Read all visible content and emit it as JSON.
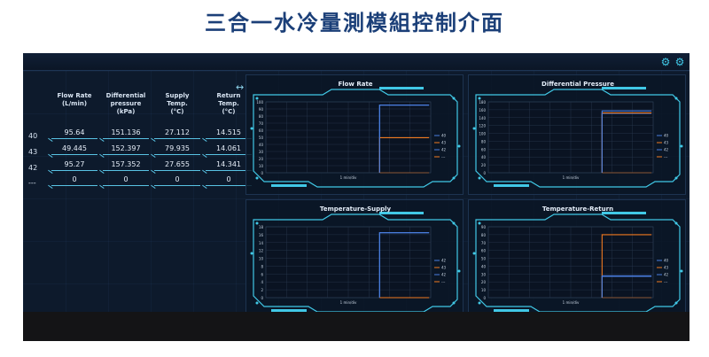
{
  "page": {
    "title": "三合一水冷量測模組控制介面"
  },
  "toolbar": {
    "icons": [
      "thermometer-icon",
      "gear-icon"
    ]
  },
  "readings": {
    "columns": [
      "Flow Rate\n(L/min)",
      "Differential\npressure\n(kPa)",
      "Supply\nTemp.\n(°C)",
      "Return\nTemp.\n(°C)"
    ],
    "rows": [
      {
        "label": "40",
        "values": [
          "95.64",
          "151.136",
          "27.112",
          "14.515"
        ]
      },
      {
        "label": "43",
        "values": [
          "49.445",
          "152.397",
          "79.935",
          "14.061"
        ]
      },
      {
        "label": "42",
        "values": [
          "95.27",
          "157.352",
          "27.655",
          "14.341"
        ]
      },
      {
        "label": "---",
        "values": [
          "0",
          "0",
          "0",
          "0"
        ]
      }
    ]
  },
  "colors": {
    "accent": "#41c8e6",
    "series_blue": "#4a7fe0",
    "series_orange": "#f07a20",
    "background": "#0c1829"
  },
  "chart_data": [
    {
      "type": "line",
      "title": "Flow Rate",
      "xlabel": "1 min/div",
      "yticks": [
        "100",
        "90",
        "80",
        "70",
        "60",
        "50",
        "40",
        "30",
        "20",
        "10",
        "0"
      ],
      "ylim": [
        0,
        100
      ],
      "legend": [
        "40",
        "43",
        "42",
        "---"
      ],
      "legend_position": "right",
      "series": [
        {
          "name": "40",
          "color": "#4a7fe0",
          "values": [
            95.6,
            95.6,
            95.6
          ]
        },
        {
          "name": "43",
          "color": "#f07a20",
          "values": [
            49.4,
            49.4,
            49.4
          ]
        },
        {
          "name": "42",
          "color": "#4a7fe0",
          "values": [
            95.3,
            95.3,
            95.3
          ]
        },
        {
          "name": "---",
          "color": "#f07a20",
          "values": [
            0,
            0,
            0
          ]
        }
      ]
    },
    {
      "type": "line",
      "title": "Differential Pressure",
      "xlabel": "1 min/div",
      "yticks": [
        "180",
        "160",
        "140",
        "120",
        "100",
        "80",
        "60",
        "40",
        "20",
        "0"
      ],
      "ylim": [
        0,
        180
      ],
      "legend": [
        "40",
        "43",
        "42",
        "---"
      ],
      "legend_position": "right",
      "series": [
        {
          "name": "40",
          "color": "#4a7fe0",
          "values": [
            151,
            151,
            151
          ]
        },
        {
          "name": "43",
          "color": "#f07a20",
          "values": [
            152,
            152,
            152
          ]
        },
        {
          "name": "42",
          "color": "#4a7fe0",
          "values": [
            157,
            157,
            157
          ]
        },
        {
          "name": "---",
          "color": "#f07a20",
          "values": [
            0,
            0,
            0
          ]
        }
      ]
    },
    {
      "type": "line",
      "title": "Temperature-Supply",
      "xlabel": "1 min/div",
      "yticks": [
        "18",
        "16",
        "14",
        "12",
        "10",
        "8",
        "6",
        "4",
        "2",
        "0"
      ],
      "ylim": [
        0,
        18
      ],
      "legend": [
        "42",
        "43",
        "42",
        "---"
      ],
      "legend_position": "right",
      "series": [
        {
          "name": "42",
          "color": "#4a7fe0",
          "values": [
            16.5,
            16.5,
            16.5
          ]
        },
        {
          "name": "43",
          "color": "#f07a20",
          "values": [
            0,
            0,
            0
          ]
        },
        {
          "name": "42",
          "color": "#4a7fe0",
          "values": [
            16.5,
            16.5,
            16.5
          ]
        },
        {
          "name": "---",
          "color": "#f07a20",
          "values": [
            0,
            0,
            0
          ]
        }
      ]
    },
    {
      "type": "line",
      "title": "Temperature-Return",
      "xlabel": "1 min/div",
      "yticks": [
        "90",
        "80",
        "70",
        "60",
        "50",
        "40",
        "30",
        "20",
        "10",
        "0"
      ],
      "ylim": [
        0,
        90
      ],
      "legend": [
        "40",
        "43",
        "42",
        "---"
      ],
      "legend_position": "right",
      "series": [
        {
          "name": "40",
          "color": "#4a7fe0",
          "values": [
            27.1,
            27.1,
            27.1
          ]
        },
        {
          "name": "43",
          "color": "#f07a20",
          "values": [
            79.9,
            79.9,
            79.9
          ]
        },
        {
          "name": "42",
          "color": "#4a7fe0",
          "values": [
            27.7,
            27.7,
            27.7
          ]
        },
        {
          "name": "---",
          "color": "#f07a20",
          "values": [
            0,
            0,
            0
          ]
        }
      ]
    }
  ]
}
